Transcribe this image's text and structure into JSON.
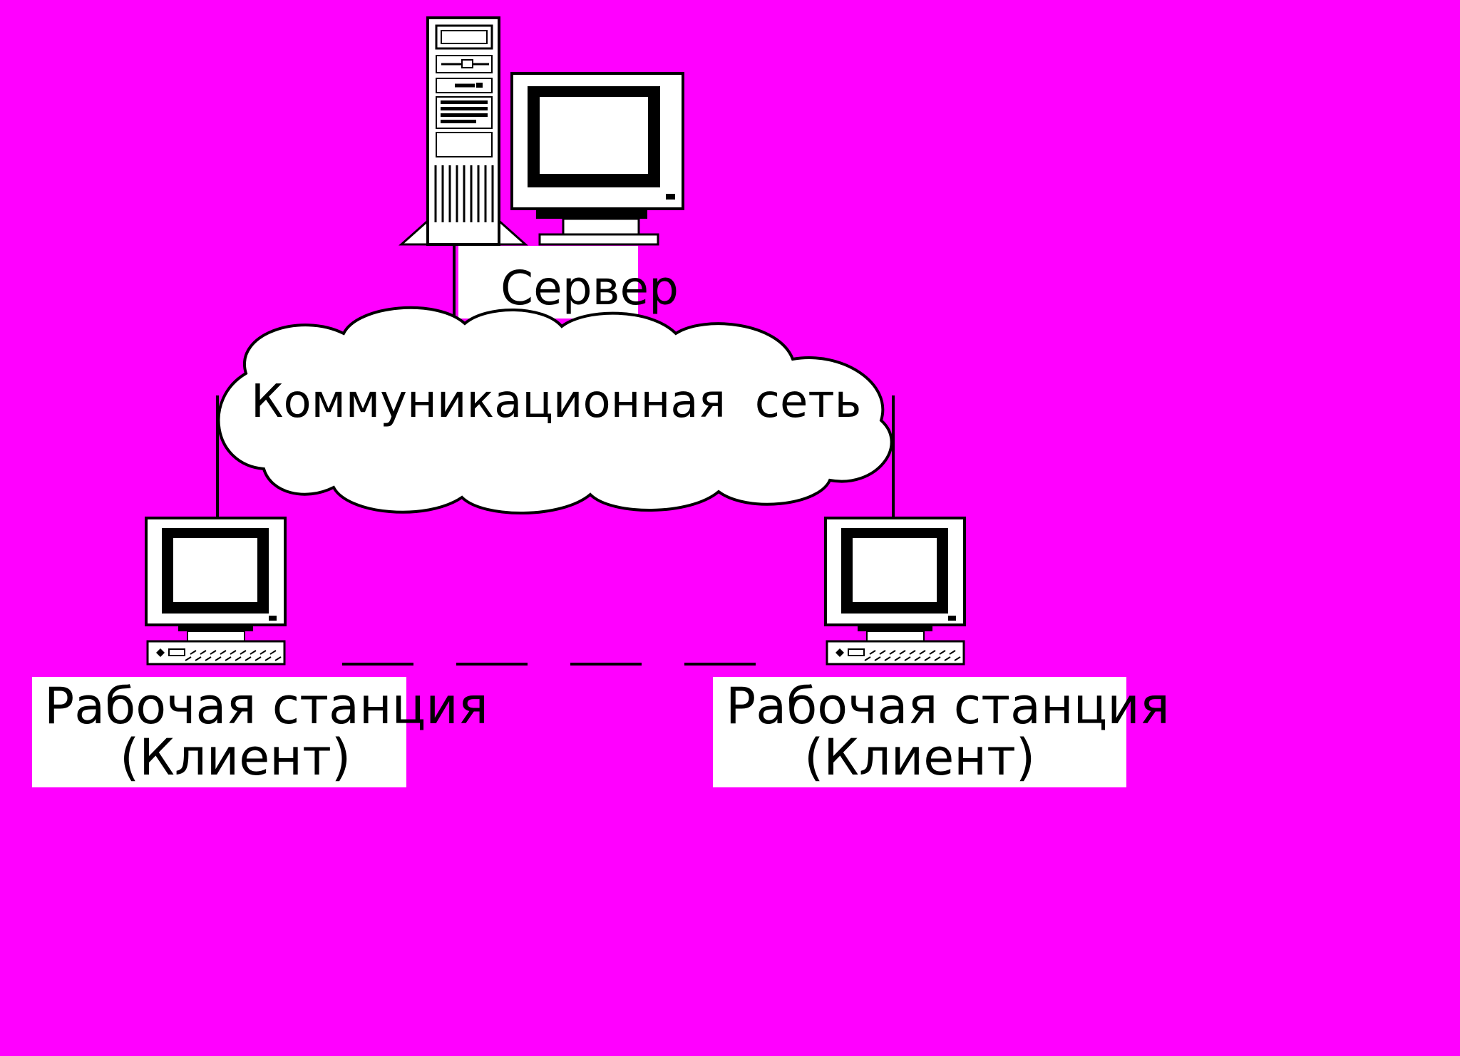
{
  "colors": {
    "background": "#FF00FF",
    "outline": "#000000",
    "panel": "#FFFFFF"
  },
  "labels": {
    "server": "Сервер",
    "network": "Коммуникационная  сеть",
    "workstation_left": {
      "line1": "Рабочая станция",
      "line2": "(Клиент)"
    },
    "workstation_right": {
      "line1": "Рабочая станция",
      "line2": "(Клиент)"
    }
  }
}
